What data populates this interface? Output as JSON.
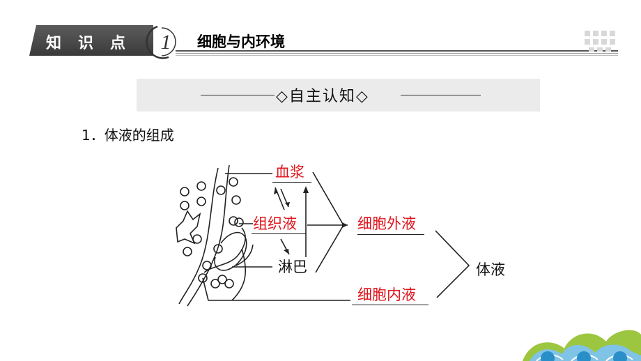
{
  "header": {
    "tag_label": "知识点",
    "number": "1",
    "section_title": "细胞与内环境"
  },
  "banner": {
    "text": "◇自主认知◇"
  },
  "item": {
    "title": "1．体液的组成"
  },
  "diagram": {
    "plasma": "血浆",
    "tissue_fluid": "组织液",
    "lymph": "淋巴",
    "extracellular_fluid": "细胞外液",
    "intracellular_fluid": "细胞内液",
    "body_fluid": "体液",
    "answer_color": "#e0141b"
  }
}
